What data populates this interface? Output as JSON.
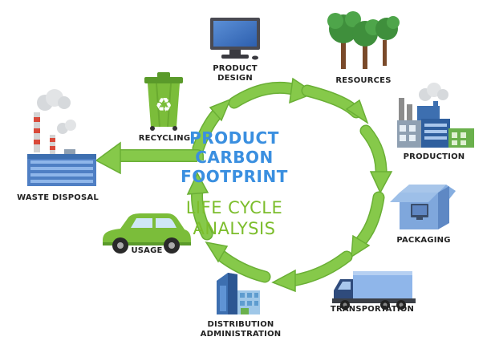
{
  "center": {
    "title_lines": [
      "PRODUCT",
      "CARBON",
      "FOOTPRINT"
    ],
    "subtitle_lines": [
      "LIFE CYCLE",
      "ANALYSIS"
    ]
  },
  "stages": {
    "product_design": [
      "PRODUCT",
      "DESIGN"
    ],
    "resources": "RESOURCES",
    "production": "PRODUCTION",
    "packaging": "PACKAGING",
    "transportation": "TRANSPORTATION",
    "distribution": [
      "DISTRIBUTION",
      "ADMINISTRATION"
    ],
    "usage": "USAGE",
    "recycling": "RECYCLING",
    "waste_disposal": "WASTE DISPOSAL"
  },
  "colors": {
    "title": "#3a8fe0",
    "subtitle": "#7cbd2c",
    "arrow": "#86c94a",
    "arrow_edge": "#6aaf35"
  },
  "icons": {
    "product_design": "computer-monitor-icon",
    "resources": "trees-icon",
    "production": "factory-icon",
    "packaging": "box-icon",
    "transportation": "truck-icon",
    "distribution": "office-building-icon",
    "usage": "car-icon",
    "recycling": "recycling-bin-icon",
    "waste_disposal": "waste-plant-icon"
  }
}
